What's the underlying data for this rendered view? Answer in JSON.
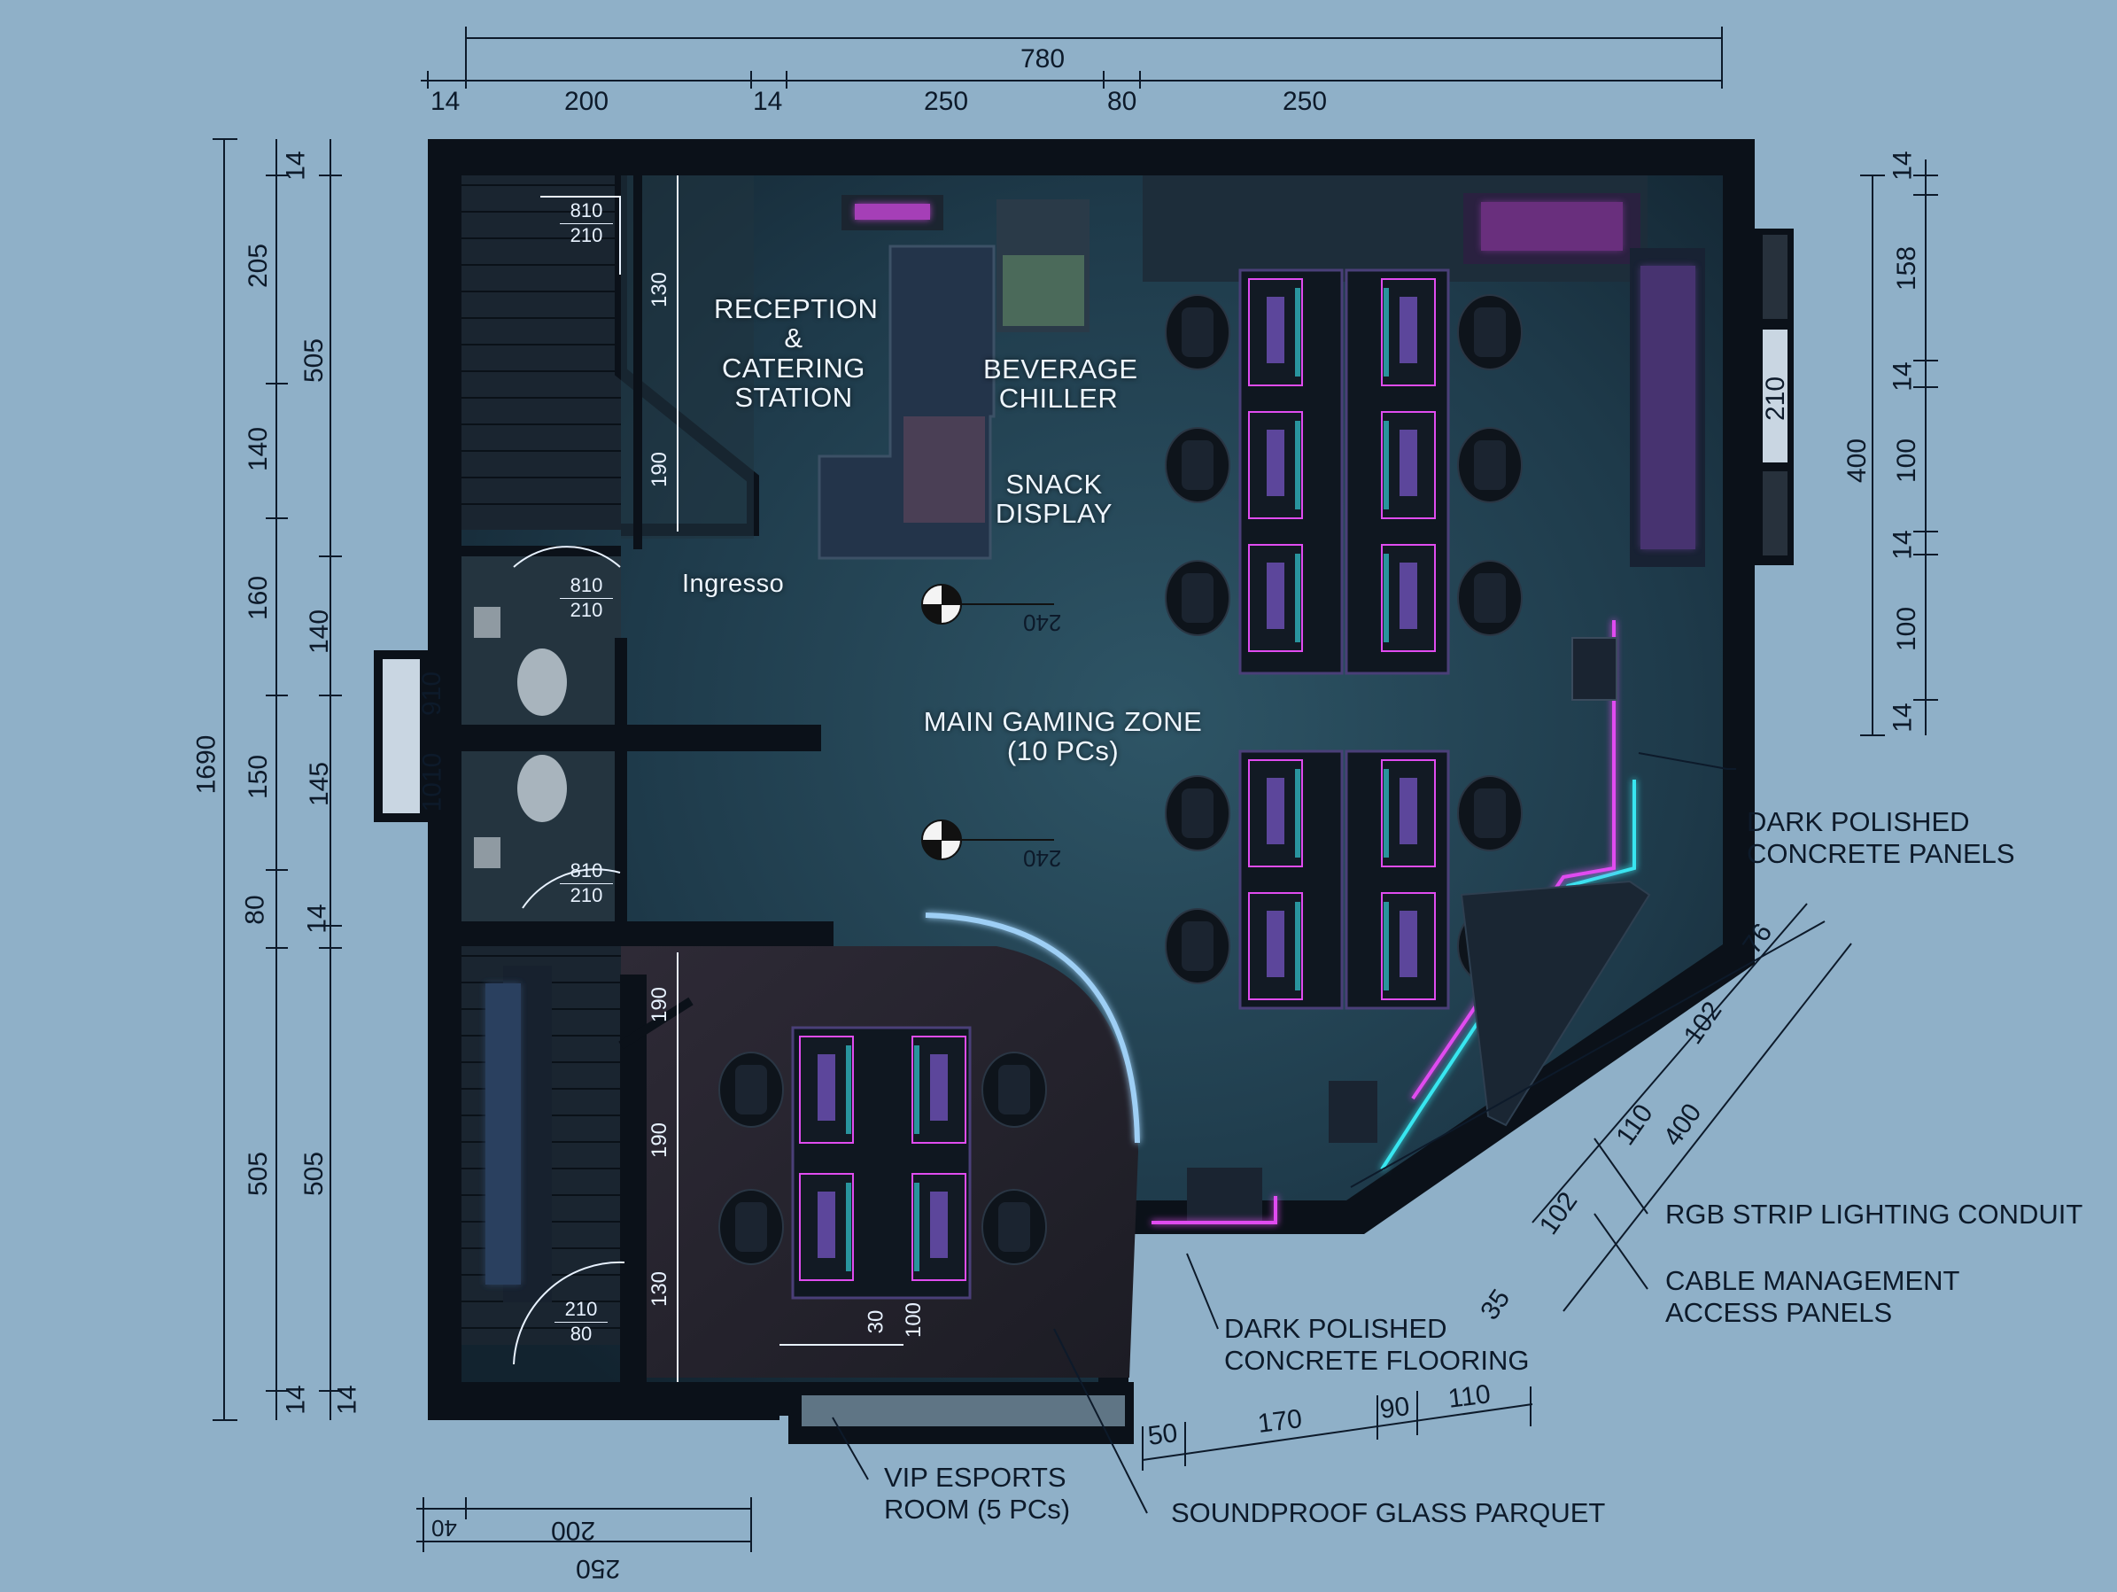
{
  "zones": {
    "reception": "RECEPTION\n& CATERING\nSTATION",
    "beverage": "BEVERAGE\nCHILLER",
    "snack": "SNACK\nDISPLAY",
    "entrance": "Ingresso",
    "main_zone": "MAIN GAMING ZONE\n(10 PCs)"
  },
  "callouts": {
    "concrete_panels": "DARK POLISHED\nCONCRETE PANELS",
    "rgb_conduit": "RGB STRIP LIGHTING CONDUIT",
    "cable_panels": "CABLE MANAGEMENT\nACCESS PANELS",
    "concrete_flooring": "DARK POLISHED\nCONCRETE FLOORING",
    "vip_room": "VIP ESPORTS\nROOM (5 PCs)",
    "glass_parquet": "SOUNDPROOF GLASS PARQUET"
  },
  "doors": [
    {
      "top": "810",
      "bottom": "210"
    },
    {
      "top": "810",
      "bottom": "210"
    },
    {
      "top": "810",
      "bottom": "210"
    },
    {
      "top": "210",
      "bottom": "80"
    }
  ],
  "dims": {
    "top_total": "780",
    "top_segments": [
      "14",
      "200",
      "14",
      "250",
      "80",
      "250"
    ],
    "left_total": "1690",
    "left_outer": [
      "14",
      "205",
      "140",
      "160",
      "150",
      "80",
      "505",
      "14"
    ],
    "left_inner": [
      "505",
      "140",
      "145",
      "14",
      "505",
      "14"
    ],
    "window_left": [
      "910",
      "1010"
    ],
    "right_outer": "400",
    "right_inner": [
      "14",
      "158",
      "14",
      "100",
      "14",
      "100",
      "14"
    ],
    "right_window": "210",
    "reception_stair": [
      "130",
      "190"
    ],
    "vip_stair": [
      "190",
      "190",
      "130"
    ],
    "vip_misc": [
      "30",
      "100"
    ],
    "angled_outer": [
      "76",
      "102",
      "110"
    ],
    "angled_total": "400",
    "angled_inner": [
      "102",
      "35"
    ],
    "bottom_right": [
      "50",
      "170",
      "90",
      "110"
    ],
    "bottom_left": [
      "40",
      "200",
      "250"
    ],
    "column_marker": "240"
  },
  "colors": {
    "background": "#8fb0c8",
    "wall": "#0b1119",
    "floor": "#1f3b4c",
    "parquet": "#2a2a33",
    "neon_pink": "#e04cf0",
    "neon_cyan": "#38e6f0",
    "dim_line": "#0d1a2a"
  },
  "icons": {
    "column_markers": "target-icon",
    "chairs": "gaming-chair-icon",
    "monitors": "monitor-icon",
    "server": "server-rack-icon"
  }
}
